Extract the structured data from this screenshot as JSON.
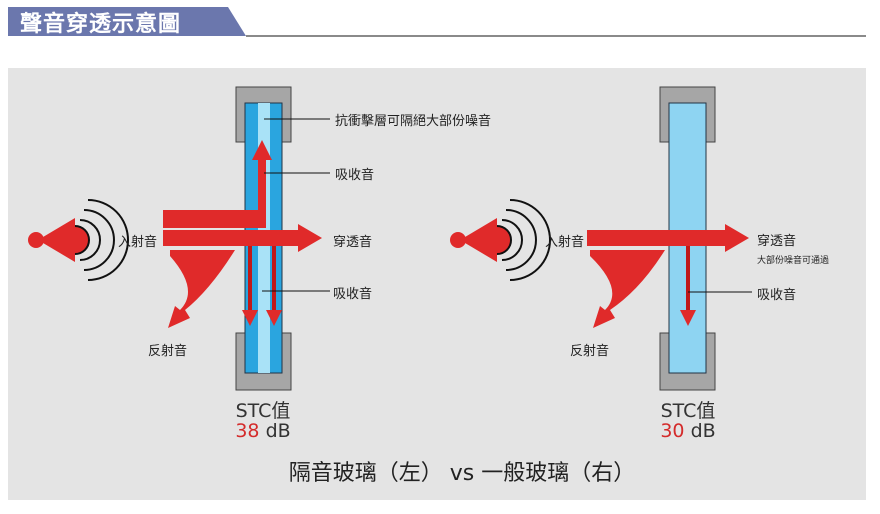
{
  "header": {
    "title": "聲音穿透示意圖"
  },
  "left": {
    "layer_label": "抗衝擊層可隔絕大部份噪音",
    "absorbed_top": "吸收音",
    "incident": "入射音",
    "transmitted": "穿透音",
    "absorbed": "吸收音",
    "reflected": "反射音",
    "stc_label": "STC值",
    "stc_value": "38",
    "stc_unit": "dB"
  },
  "right": {
    "incident": "入射音",
    "transmitted": "穿透音",
    "transmitted_note": "大部份噪音可通過",
    "absorbed": "吸收音",
    "reflected": "反射音",
    "stc_label": "STC值",
    "stc_value": "30",
    "stc_unit": "dB"
  },
  "caption": "隔音玻璃（左） vs 一般玻璃（右）",
  "colors": {
    "banner": "#6b77ad",
    "panel": "#e4e4e4",
    "red": "#e02a2a",
    "glass_left": "#2aa5df",
    "glass_right": "#8ed4f2",
    "frame": "#a6a6a6"
  }
}
